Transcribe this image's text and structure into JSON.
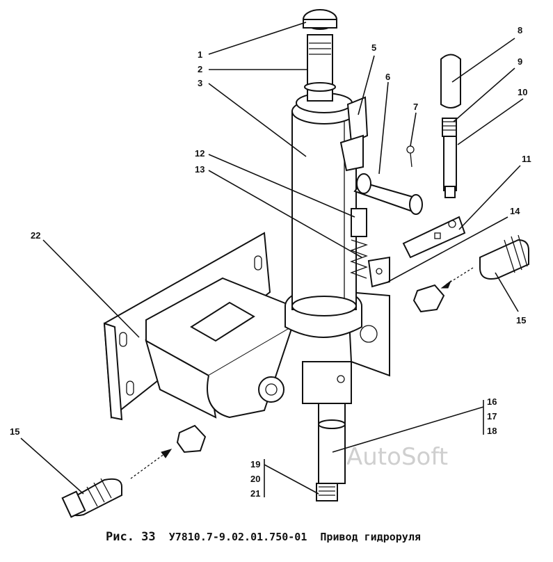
{
  "caption": {
    "figure_label": "Рис. 33",
    "part_number": "У7810.7-9.02.01.750-01",
    "title": "Привод гидроруля"
  },
  "watermark": "AutoSoft",
  "callouts": [
    "1",
    "2",
    "3",
    "5",
    "6",
    "7",
    "8",
    "9",
    "10",
    "11",
    "12",
    "13",
    "14",
    "15",
    "15",
    "16",
    "17",
    "18",
    "19",
    "20",
    "21",
    "22"
  ]
}
